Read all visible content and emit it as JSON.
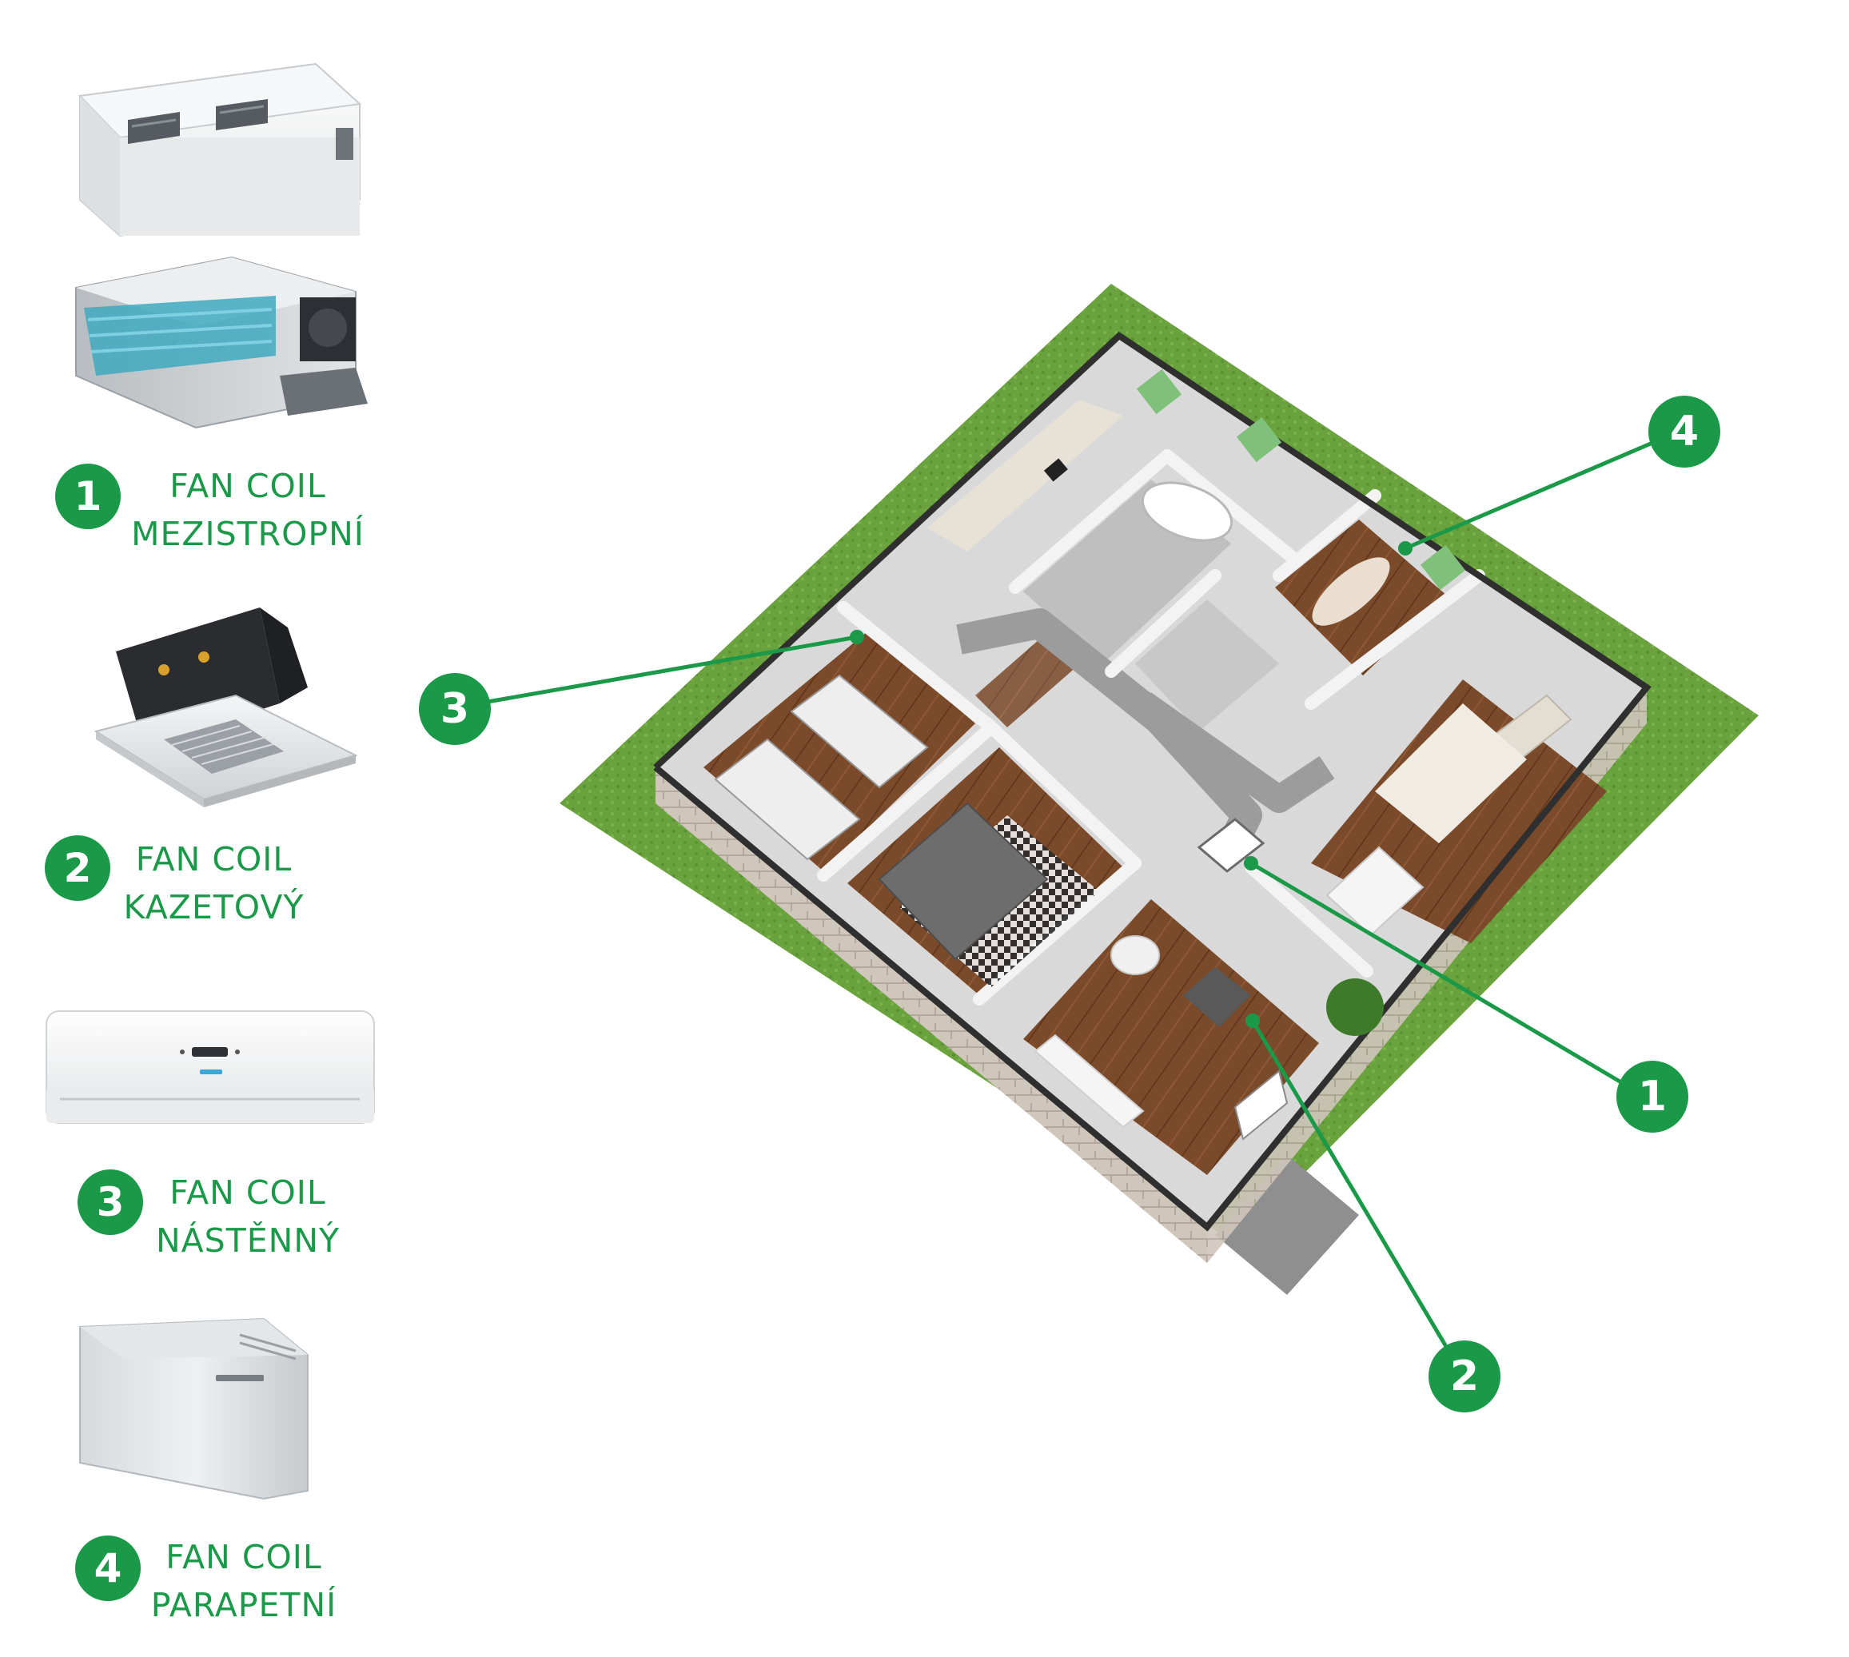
{
  "accent_color": "#1a9a48",
  "legend": [
    {
      "number": "1",
      "line1": "FAN COIL",
      "line2": "MEZISTROPNÍ",
      "icon": "ducted-fan-coil-unit"
    },
    {
      "number": "2",
      "line1": "FAN COIL",
      "line2": "KAZETOVÝ",
      "icon": "cassette-fan-coil-unit"
    },
    {
      "number": "3",
      "line1": "FAN COIL",
      "line2": "NÁSTĚNNÝ",
      "icon": "wall-mounted-fan-coil-unit"
    },
    {
      "number": "4",
      "line1": "FAN COIL",
      "line2": "PARAPETNÍ",
      "icon": "floor-console-fan-coil-unit"
    }
  ],
  "callouts": [
    {
      "number": "1"
    },
    {
      "number": "2"
    },
    {
      "number": "3"
    },
    {
      "number": "4"
    }
  ]
}
